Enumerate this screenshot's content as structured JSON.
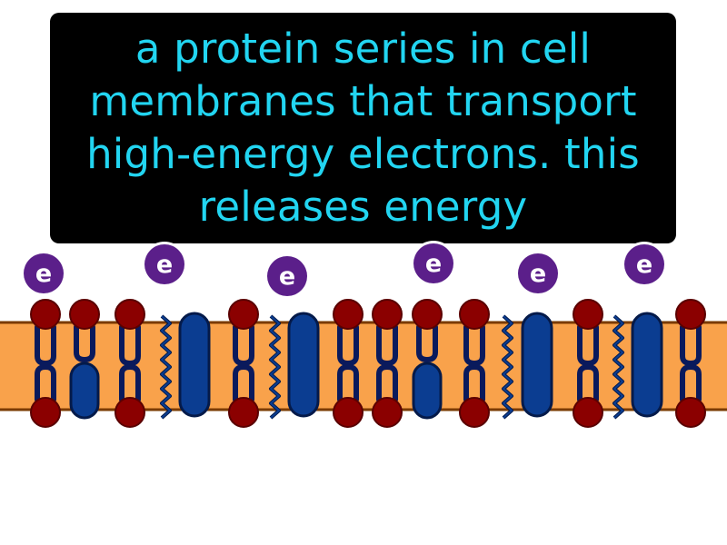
{
  "definition": {
    "lines": [
      "a protein series in cell",
      "membranes that transport",
      "high-energy electrons. this",
      "releases energy"
    ]
  },
  "electron_label": "e",
  "colors": {
    "box_background": "#000000",
    "text": "#22d5f1",
    "membrane": "#f9a24b",
    "membrane_edge": "#7a3b00",
    "phospholipid_head": "#8b0000",
    "lipid_tail": "#0a1a5c",
    "protein": "#0b3d91",
    "electron": "#5b1f8a",
    "zigzag": "#0b3d91"
  },
  "icons": [
    "electron-icon",
    "phospholipid-icon",
    "protein-icon",
    "zigzag-icon"
  ]
}
